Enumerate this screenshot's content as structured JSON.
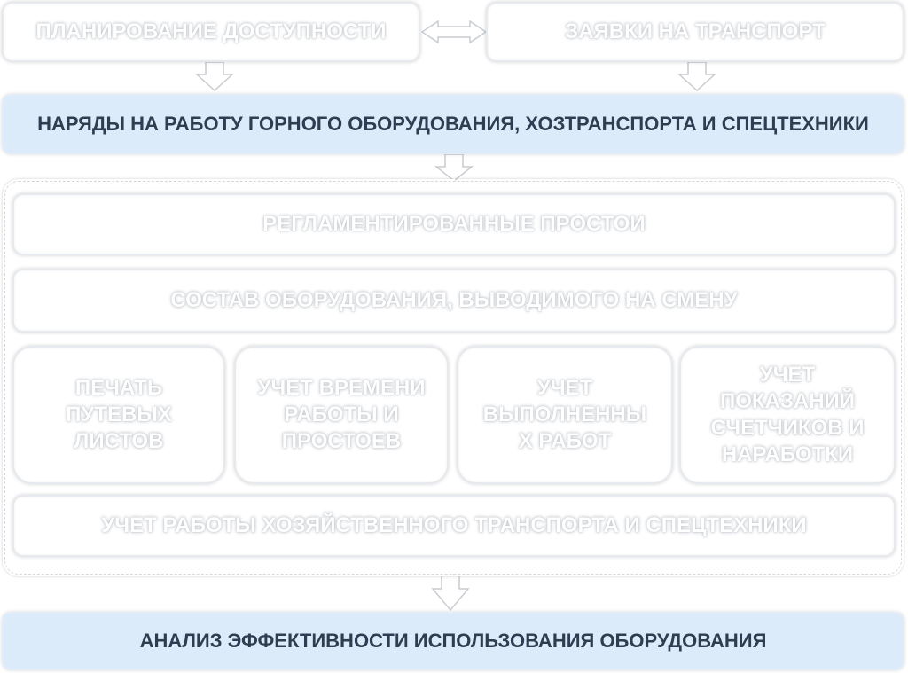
{
  "top": {
    "left": "ПЛАНИРОВАНИЕ ДОСТУПНОСТИ",
    "right": "ЗАЯВКИ НА ТРАНСПОРТ"
  },
  "orders": "НАРЯДЫ НА РАБОТУ ГОРНОГО ОБОРУДОВАНИЯ, ХОЗТРАНСПОРТА И СПЕЦТЕХНИКИ",
  "group": {
    "regulated": "РЕГЛАМЕНТИРОВАННЫЕ ПРОСТОИ",
    "composition": "СОСТАВ ОБОРУДОВАНИЯ, ВЫВОДИМОГО  НА СМЕНУ",
    "cells": [
      "ПЕЧАТЬ ПУТЕВЫХ ЛИСТОВ",
      "УЧЕТ ВРЕМЕНИ РАБОТЫ И ПРОСТОЕВ",
      "УЧЕТ ВЫПОЛНЕННЫ Х РАБОТ",
      "УЧЕТ ПОКАЗАНИЙ СЧЕТЧИКОВ И НАРАБОТКИ"
    ],
    "transport": "УЧЕТ РАБОТЫ ХОЗЯЙСТВЕННОГО ТРАНСПОРТА И СПЕЦТЕХНИКИ"
  },
  "analysis": "АНАЛИЗ ЭФФЕКТИВНОСТИ ИСПОЛЬЗОВАНИЯ ОБОРУДОВАНИЯ",
  "colors": {
    "highlight_fill": "#dcebf9",
    "highlight_text": "#2f3d52",
    "ghost_text": "#ffffff"
  }
}
